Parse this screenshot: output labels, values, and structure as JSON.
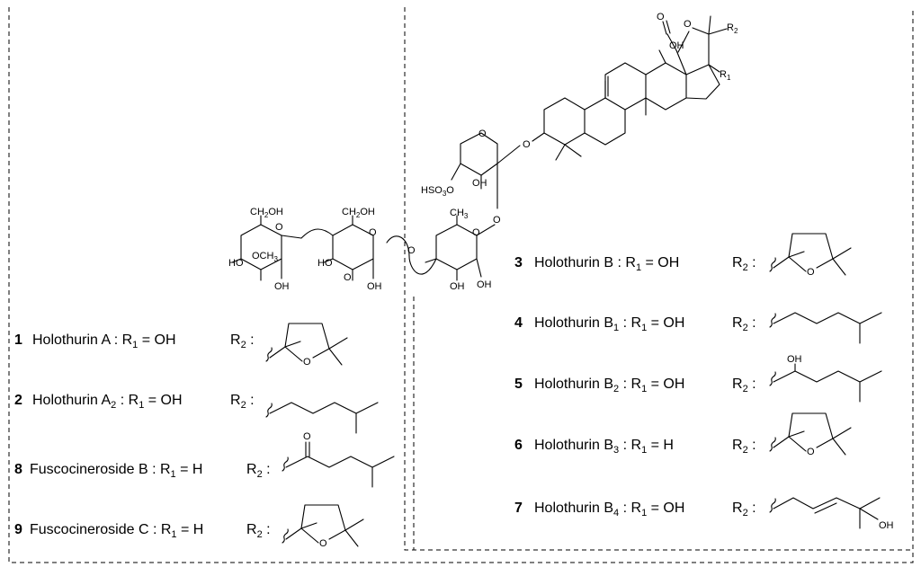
{
  "atoms": {
    "oh": "OH",
    "o": "O",
    "ch2oh_ch": "CH",
    "ch2oh_2": "2",
    "ch2oh_oh": "OH",
    "och3_och": "OCH",
    "och3_3": "3",
    "ho": "HO",
    "ch3_ch": "CH",
    "ch3_3": "3",
    "hso3_hso": "HSO",
    "hso3_3": "3",
    "r": "R",
    "r1_sub": "1",
    "r2_sub": "2"
  },
  "compounds": [
    {
      "num": "1",
      "name": "Holothurin A",
      "name_sub": "",
      "r1_value": "OH",
      "tail": "thf"
    },
    {
      "num": "2",
      "name": "Holothurin A",
      "name_sub": "2",
      "r1_value": "OH",
      "tail": "iso"
    },
    {
      "num": "8",
      "name": "Fuscocineroside B",
      "name_sub": "",
      "r1_value": "H",
      "tail": "keto"
    },
    {
      "num": "9",
      "name": "Fuscocineroside C",
      "name_sub": "",
      "r1_value": "H",
      "tail": "thf"
    },
    {
      "num": "3",
      "name": "Holothurin B",
      "name_sub": "",
      "r1_value": "OH",
      "tail": "thf"
    },
    {
      "num": "4",
      "name": "Holothurin B",
      "name_sub": "1",
      "r1_value": "OH",
      "tail": "iso"
    },
    {
      "num": "5",
      "name": "Holothurin B",
      "name_sub": "2",
      "r1_value": "OH",
      "tail": "hydroxy"
    },
    {
      "num": "6",
      "name": "Holothurin B",
      "name_sub": "3",
      "r1_value": "H",
      "tail": "thf"
    },
    {
      "num": "7",
      "name": "Holothurin B",
      "name_sub": "4",
      "r1_value": "OH",
      "tail": "ene"
    }
  ],
  "separators": {
    "colon": ":",
    "equals": "="
  }
}
